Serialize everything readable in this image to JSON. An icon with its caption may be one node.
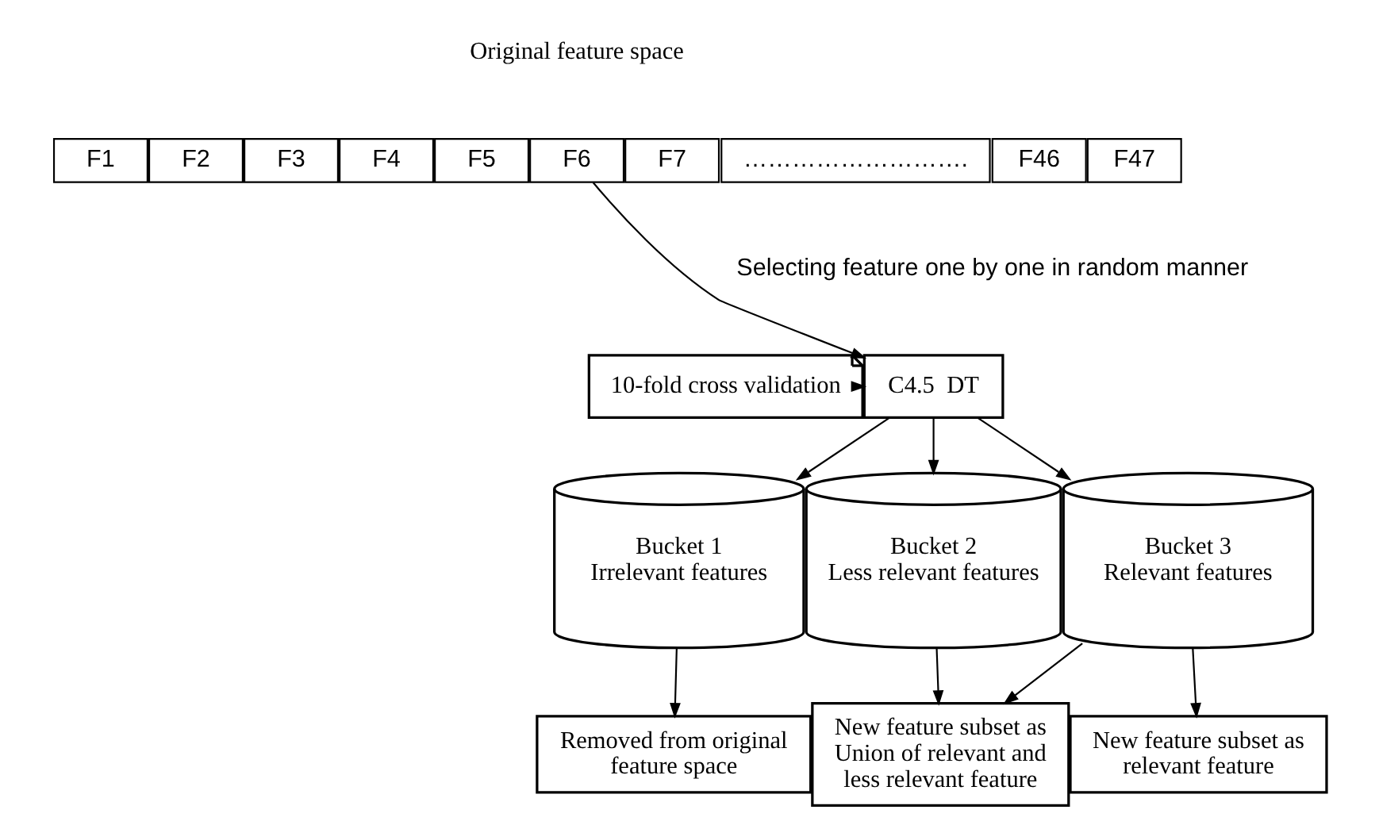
{
  "diagram": {
    "nodes": [
      {
        "text": [
          "F1"
        ]
      },
      {
        "text": [
          "F2"
        ]
      },
      {
        "text": [
          "F3"
        ]
      },
      {
        "text": [
          "F4"
        ]
      },
      {
        "text": [
          "F5"
        ]
      },
      {
        "text": [
          "F6"
        ]
      },
      {
        "text": [
          "F7"
        ]
      },
      {
        "text": [
          "………………………."
        ]
      },
      {
        "text": [
          "F46"
        ]
      },
      {
        "text": [
          "F47"
        ]
      },
      {
        "text": [
          "C4.5  DT"
        ]
      },
      {
        "text": [
          "10-fold cross validation"
        ]
      },
      {
        "text": [
          "Bucket 1",
          "Irrelevant features"
        ]
      },
      {
        "text": [
          "Bucket 2",
          "Less relevant features"
        ]
      },
      {
        "text": [
          "Bucket 3",
          "Relevant features"
        ]
      },
      {
        "text": [
          "Removed from original feature space"
        ]
      },
      {
        "text": [
          "New feature subset as Union of relevant and less relevant feature"
        ]
      },
      {
        "text": [
          "New feature subset as relevant feature"
        ]
      }
    ],
    "edges": [
      {
        "from": 5,
        "to": 10,
        "arrow": "to"
      },
      {
        "from": 11,
        "to": 10,
        "arrow": "to"
      },
      {
        "from": 10,
        "to": 12,
        "arrow": "to"
      },
      {
        "from": 10,
        "to": 13,
        "arrow": "to"
      },
      {
        "from": 10,
        "to": 14,
        "arrow": "to"
      },
      {
        "from": 12,
        "to": 15,
        "arrow": "to"
      },
      {
        "from": 13,
        "to": 16,
        "arrow": "to"
      },
      {
        "from": 14,
        "to": 16,
        "arrow": "to"
      },
      {
        "from": 14,
        "to": 17,
        "arrow": "to"
      }
    ],
    "labels": [
      "Original feature space",
      "Selecting feature one by one in random manner"
    ]
  }
}
